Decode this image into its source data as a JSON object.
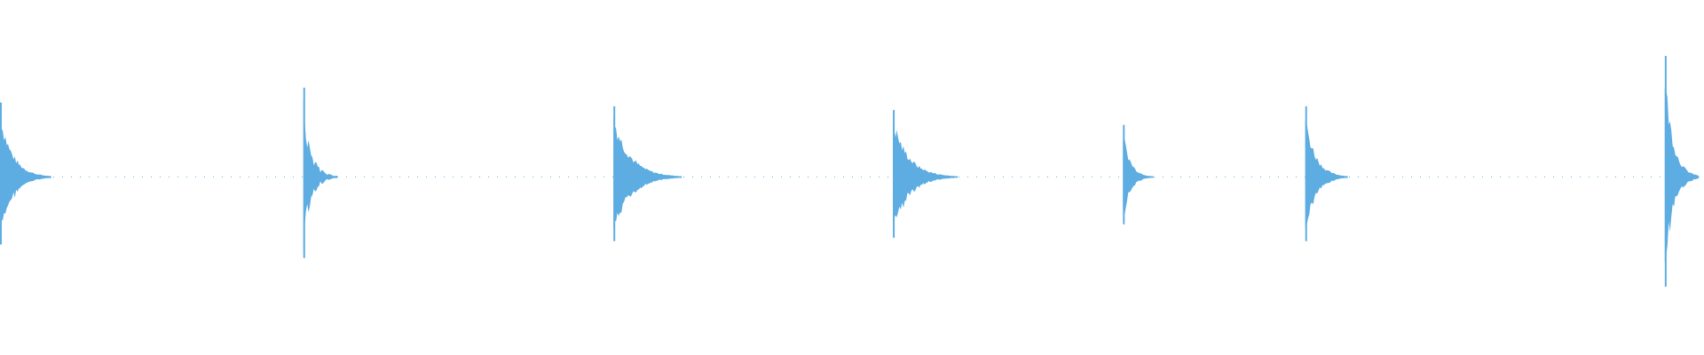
{
  "waveform": {
    "color": "#5DADE2",
    "background": "#FFFFFF",
    "transients": [
      {
        "position": 0.0,
        "amplitude": 0.4,
        "decay": 0.03,
        "bumps": false
      },
      {
        "position": 0.178,
        "amplitude": 0.48,
        "decay": 0.02,
        "bumps": true
      },
      {
        "position": 0.36,
        "amplitude": 0.38,
        "decay": 0.04,
        "bumps": false
      },
      {
        "position": 0.524,
        "amplitude": 0.36,
        "decay": 0.038,
        "bumps": false
      },
      {
        "position": 0.659,
        "amplitude": 0.28,
        "decay": 0.018,
        "bumps": false
      },
      {
        "position": 0.766,
        "amplitude": 0.38,
        "decay": 0.025,
        "bumps": false
      },
      {
        "position": 0.977,
        "amplitude": 0.65,
        "decay": 0.02,
        "bumps": false
      }
    ]
  }
}
